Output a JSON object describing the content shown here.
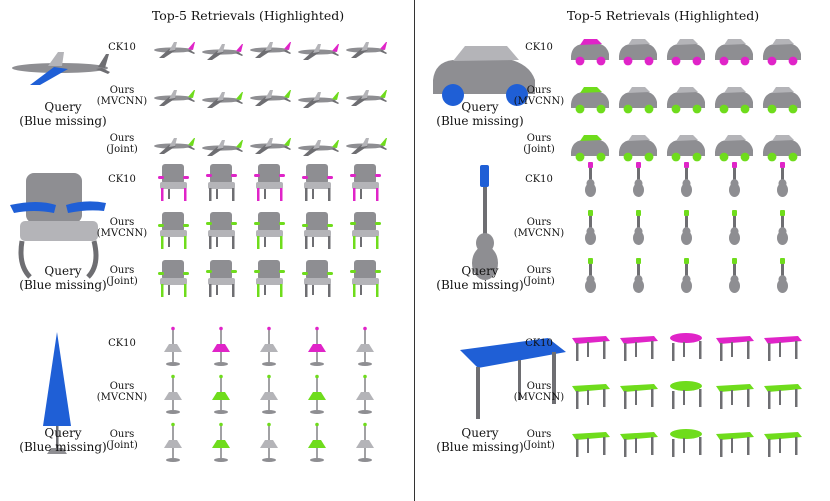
{
  "titles": [
    "Top-5 Retrievals (Highlighted)",
    "Top-5 Retrievals (Highlighted)"
  ],
  "row_labels": {
    "ck10": "CK10",
    "mvcnn": [
      "Ours",
      "(MVCNN)"
    ],
    "joint": [
      "Ours",
      "(Joint)"
    ]
  },
  "query_label": [
    "Query",
    "(Blue missing)"
  ],
  "colors": {
    "query_part": "#1f5fd6",
    "highlight_ck10": "#e024c8",
    "highlight_ours": "#6fdc1c",
    "shape": "#8e8e92"
  },
  "groups": [
    {
      "category": "airplane",
      "panel": "left"
    },
    {
      "category": "chair",
      "panel": "left"
    },
    {
      "category": "lamp",
      "panel": "left"
    },
    {
      "category": "car",
      "panel": "right"
    },
    {
      "category": "guitar",
      "panel": "right"
    },
    {
      "category": "table",
      "panel": "right"
    }
  ]
}
